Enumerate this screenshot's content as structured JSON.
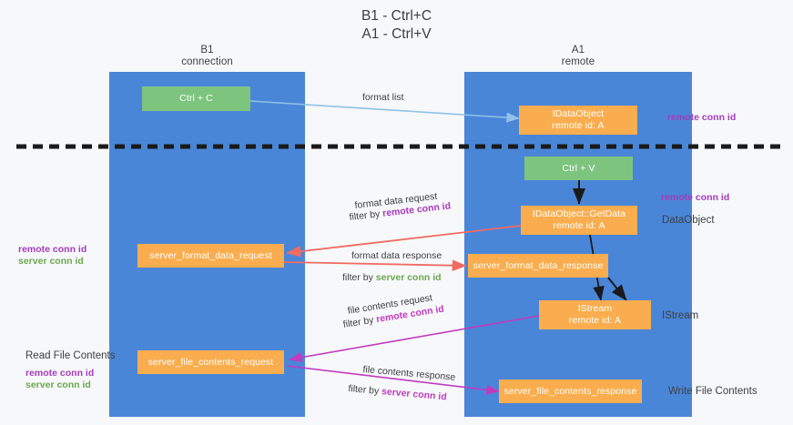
{
  "title": {
    "line1": "B1 - Ctrl+C",
    "line2": "A1 - Ctrl+V"
  },
  "lanes": [
    {
      "id": "b1",
      "title_line1": "B1",
      "title_line2": "connection",
      "color": "#4a86d8"
    },
    {
      "id": "a1",
      "title_line1": "A1",
      "title_line2": "remote",
      "color": "#4a86d8"
    }
  ],
  "colors": {
    "lane": "#4a86d8",
    "green_node": "#7dc57f",
    "orange_node": "#f9ad4e",
    "arrow_blue": "#8fc2e8",
    "arrow_red": "#ef6b62",
    "arrow_magenta": "#c03bc0",
    "arrow_black": "#1a1a1a",
    "remote_conn_id": "#a63bbd",
    "server_conn_id": "#6aa84f",
    "divider": "#1a1a1a"
  },
  "nodes": {
    "ctrl_c": {
      "label": "Ctrl + C"
    },
    "ctrl_v": {
      "label": "Ctrl + V"
    },
    "idataobject_top": {
      "line1": "IDataObject",
      "line2": "remote id: A"
    },
    "idataobject_getdata": {
      "line1": "IDataObject::GetData",
      "line2": "remote id: A"
    },
    "istream": {
      "line1": "IStream",
      "line2": "remote id: A"
    },
    "server_format_data_request": {
      "label": "server_format_data_request"
    },
    "server_format_data_response": {
      "label": "server_format_data_response"
    },
    "server_file_contents_request": {
      "label": "server_file_contents_request"
    },
    "server_file_contents_response": {
      "label": "server_file_contents_response"
    }
  },
  "edge_labels": {
    "format_list": "format list",
    "format_data_request": "format data request",
    "format_data_request_filter_prefix": "filter by ",
    "format_data_request_filter_key": "remote conn id",
    "format_data_response": "format data response",
    "format_data_response_filter_prefix": "filter by ",
    "format_data_response_filter_key": "server conn id",
    "file_contents_request": "file contents request",
    "file_contents_request_filter_prefix": "filter by ",
    "file_contents_request_filter_key": "remote conn id",
    "file_contents_response": "file contents response",
    "file_contents_response_filter_prefix": "filter by ",
    "file_contents_response_filter_key": "server conn id"
  },
  "annotations": {
    "right_remote_conn_id_top": "remote conn id",
    "right_remote_conn_id_mid": "remote conn id",
    "right_dataobject": "DataObject",
    "right_istream": "IStream",
    "right_write_file_contents": "Write File Contents",
    "left_remote_conn_id_mid": "remote conn id",
    "left_server_conn_id_mid": "server conn id",
    "left_read_file_contents": "Read File Contents",
    "left_remote_conn_id_bottom": "remote conn id",
    "left_server_conn_id_bottom": "server conn id"
  }
}
